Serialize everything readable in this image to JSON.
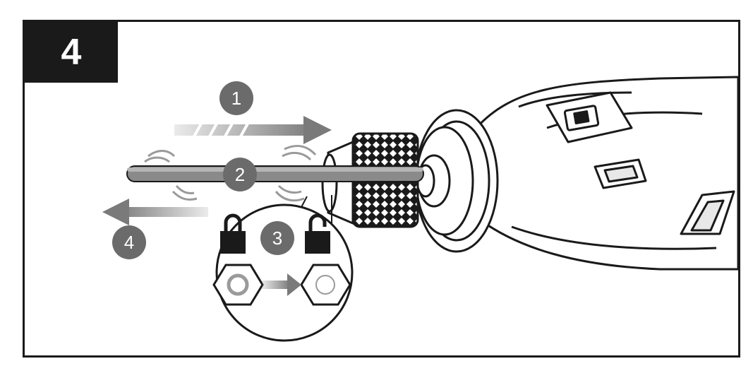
{
  "step_number": "4",
  "callouts": [
    "1",
    "2",
    "3",
    "4"
  ],
  "colors": {
    "frame": "#1a1a1a",
    "callout_fill": "#6b6b6b",
    "arrow_gray": "#7a7a7a",
    "outline": "#1a1a1a"
  },
  "icons": [
    "lock-closed-icon",
    "lock-open-icon",
    "hex-nut-icon",
    "arrow-right-icon",
    "arrow-left-icon"
  ]
}
